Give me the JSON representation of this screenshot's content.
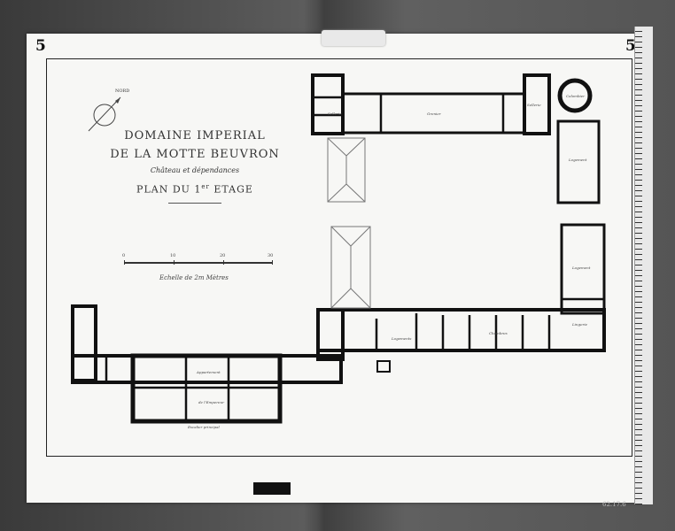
{
  "sheet": {
    "number_left": "5",
    "number_right": "5"
  },
  "title_block": {
    "line1": "DOMAINE IMPERIAL",
    "line2": "DE LA MOTTE BEUVRON",
    "line3": "Château et dépendances",
    "line4_main": "PLAN DU 1",
    "line4_sup": "er",
    "line4_end": " ETAGE"
  },
  "compass": {
    "label": "NORD"
  },
  "scale_bar": {
    "caption": "Echelle de 2m Mètres",
    "tick_labels": [
      "0",
      "10",
      "20",
      "30"
    ]
  },
  "room_labels": {
    "stable_a": "Sellerie",
    "stable_b": "Grenier",
    "stable_c": "Sellerie",
    "tower": "Colombier",
    "pavilion": "Logement",
    "east_block": "Logement",
    "east_small": "Lingerie",
    "wing_mid": "Logements",
    "wing_mid2": "Chambres",
    "main_a": "Appartement",
    "main_b": "de l'Empereur",
    "main_foot": "Escalier principal"
  },
  "archive_ref": "62.17.6"
}
